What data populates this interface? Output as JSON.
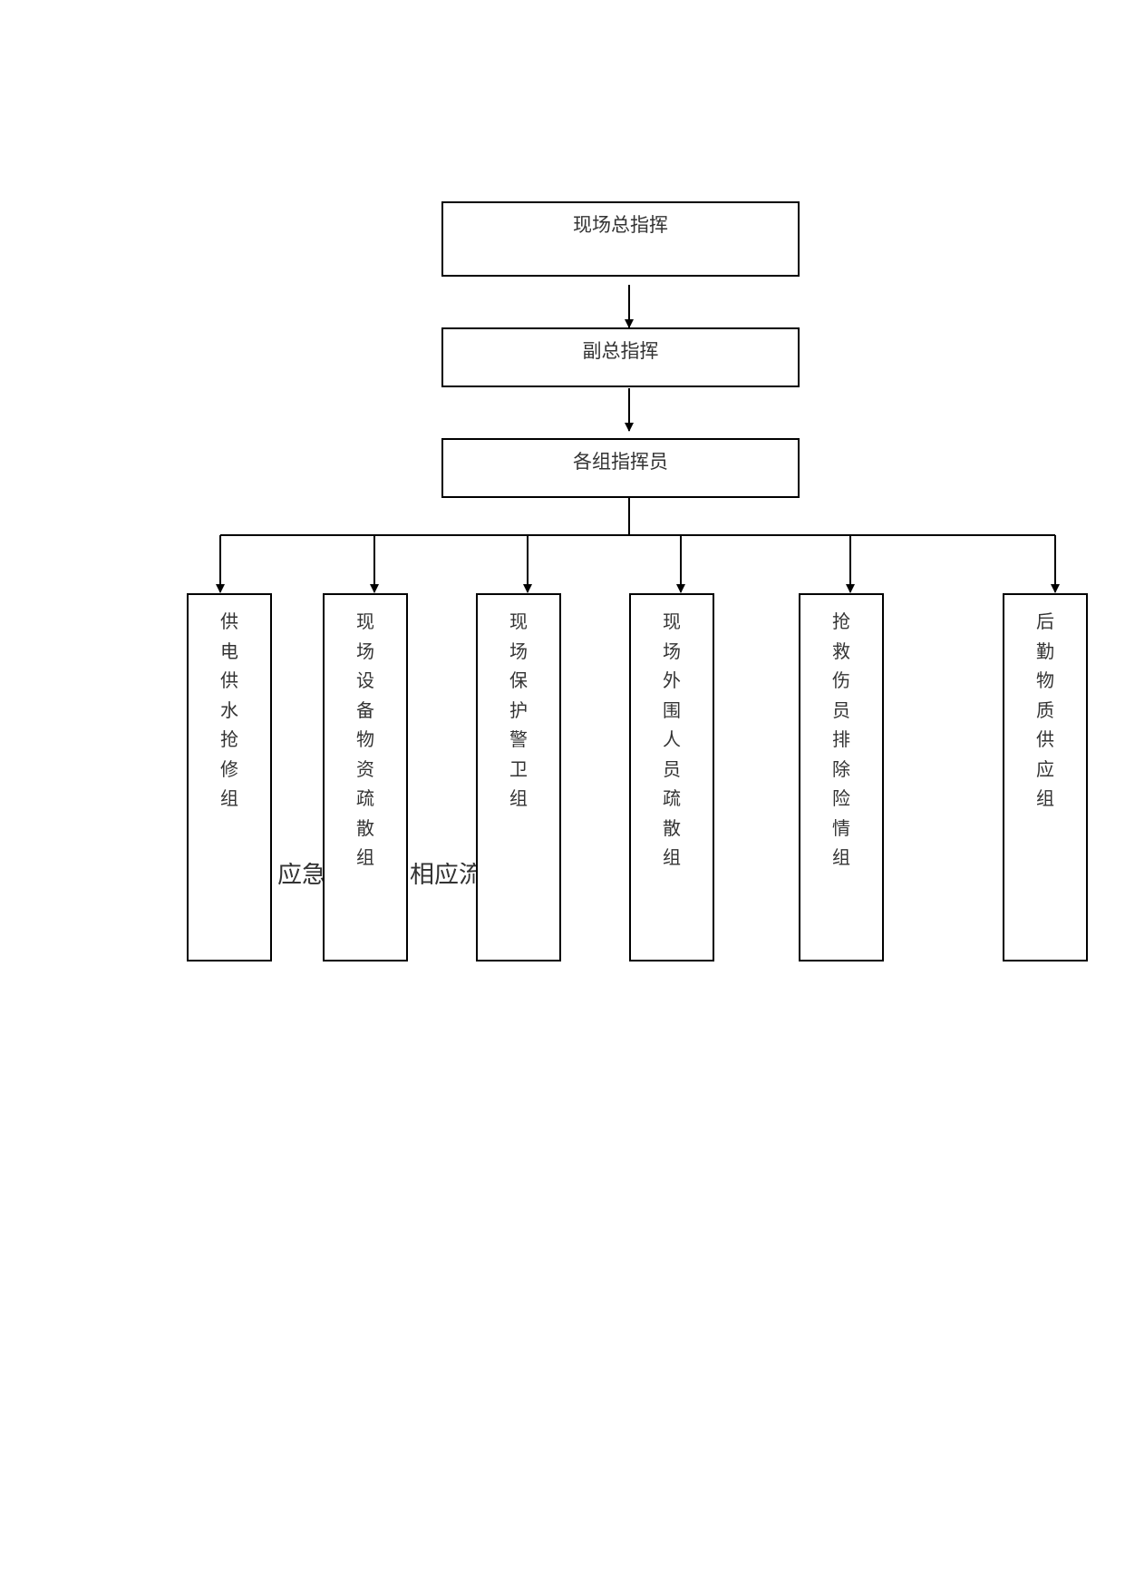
{
  "top_nodes": {
    "commander": "现场总指挥",
    "deputy": "副总指挥",
    "group_commanders": "各组指挥员"
  },
  "groups": [
    "供电供水抢修组",
    "现场设备物资疏散组",
    "现场保护警卫组",
    "现场外围人员疏散组",
    "抢救伤员排除险情组",
    "后勤物质供应组"
  ],
  "partial_caption": {
    "part1": "应急",
    "part2": "相应流"
  }
}
